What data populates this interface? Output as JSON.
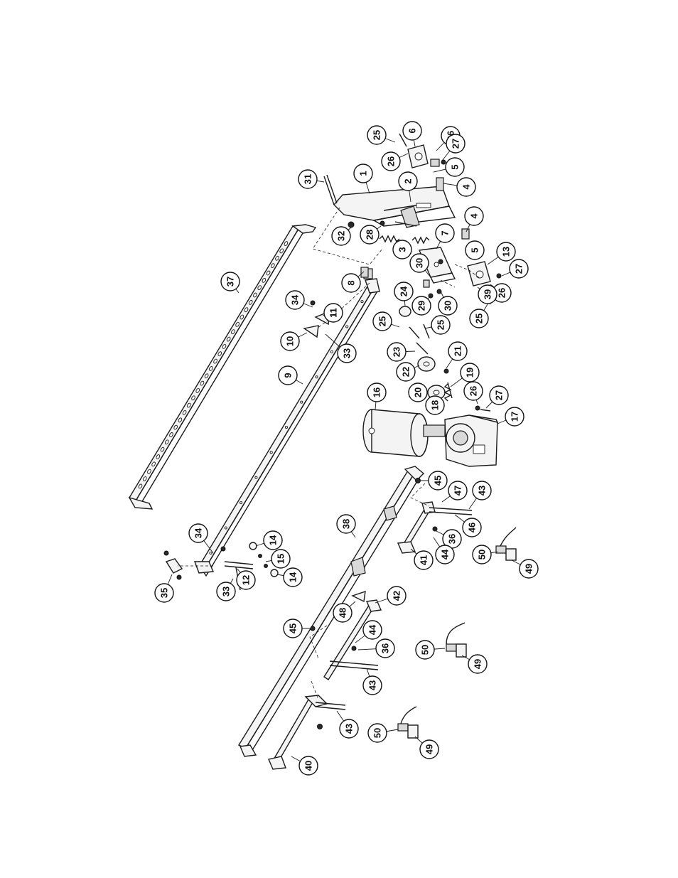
{
  "diagram": {
    "callouts": [
      {
        "id": "c1",
        "label": "1"
      },
      {
        "id": "c2",
        "label": "2"
      },
      {
        "id": "c3",
        "label": "3"
      },
      {
        "id": "c4a",
        "label": "4"
      },
      {
        "id": "c4b",
        "label": "4"
      },
      {
        "id": "c5a",
        "label": "5"
      },
      {
        "id": "c5b",
        "label": "5"
      },
      {
        "id": "c6",
        "label": "6"
      },
      {
        "id": "c7",
        "label": "7"
      },
      {
        "id": "c8",
        "label": "8"
      },
      {
        "id": "c9",
        "label": "9"
      },
      {
        "id": "c10",
        "label": "10"
      },
      {
        "id": "c11",
        "label": "11"
      },
      {
        "id": "c12",
        "label": "12"
      },
      {
        "id": "c13",
        "label": "13"
      },
      {
        "id": "c14a",
        "label": "14"
      },
      {
        "id": "c14b",
        "label": "14"
      },
      {
        "id": "c15",
        "label": "15"
      },
      {
        "id": "c16",
        "label": "16"
      },
      {
        "id": "c17",
        "label": "17"
      },
      {
        "id": "c18",
        "label": "18"
      },
      {
        "id": "c19",
        "label": "19"
      },
      {
        "id": "c20",
        "label": "20"
      },
      {
        "id": "c21",
        "label": "21"
      },
      {
        "id": "c22",
        "label": "22"
      },
      {
        "id": "c23",
        "label": "23"
      },
      {
        "id": "c24",
        "label": "24"
      },
      {
        "id": "c25a",
        "label": "25"
      },
      {
        "id": "c25b",
        "label": "25"
      },
      {
        "id": "c25c",
        "label": "25"
      },
      {
        "id": "c25d",
        "label": "25"
      },
      {
        "id": "c26a",
        "label": "26"
      },
      {
        "id": "c26b",
        "label": "26"
      },
      {
        "id": "c26c",
        "label": "26"
      },
      {
        "id": "c26d",
        "label": "26"
      },
      {
        "id": "c27a",
        "label": "27"
      },
      {
        "id": "c27b",
        "label": "27"
      },
      {
        "id": "c27c",
        "label": "27"
      },
      {
        "id": "c28",
        "label": "28"
      },
      {
        "id": "c29",
        "label": "29"
      },
      {
        "id": "c30a",
        "label": "30"
      },
      {
        "id": "c30b",
        "label": "30"
      },
      {
        "id": "c31",
        "label": "31"
      },
      {
        "id": "c32",
        "label": "32"
      },
      {
        "id": "c33a",
        "label": "33"
      },
      {
        "id": "c33b",
        "label": "33"
      },
      {
        "id": "c34a",
        "label": "34"
      },
      {
        "id": "c34b",
        "label": "34"
      },
      {
        "id": "c35",
        "label": "35"
      },
      {
        "id": "c36a",
        "label": "36"
      },
      {
        "id": "c36b",
        "label": "36"
      },
      {
        "id": "c37",
        "label": "37"
      },
      {
        "id": "c38",
        "label": "38"
      },
      {
        "id": "c39",
        "label": "39"
      },
      {
        "id": "c40",
        "label": "40"
      },
      {
        "id": "c41",
        "label": "41"
      },
      {
        "id": "c42",
        "label": "42"
      },
      {
        "id": "c43a",
        "label": "43"
      },
      {
        "id": "c43b",
        "label": "43"
      },
      {
        "id": "c43c",
        "label": "43"
      },
      {
        "id": "c44a",
        "label": "44"
      },
      {
        "id": "c44b",
        "label": "44"
      },
      {
        "id": "c45a",
        "label": "45"
      },
      {
        "id": "c45b",
        "label": "45"
      },
      {
        "id": "c46",
        "label": "46"
      },
      {
        "id": "c47",
        "label": "47"
      },
      {
        "id": "c48",
        "label": "48"
      },
      {
        "id": "c49a",
        "label": "49"
      },
      {
        "id": "c49b",
        "label": "49"
      },
      {
        "id": "c49c",
        "label": "49"
      },
      {
        "id": "c50a",
        "label": "50"
      },
      {
        "id": "c50b",
        "label": "50"
      },
      {
        "id": "c50c",
        "label": "50"
      }
    ]
  }
}
